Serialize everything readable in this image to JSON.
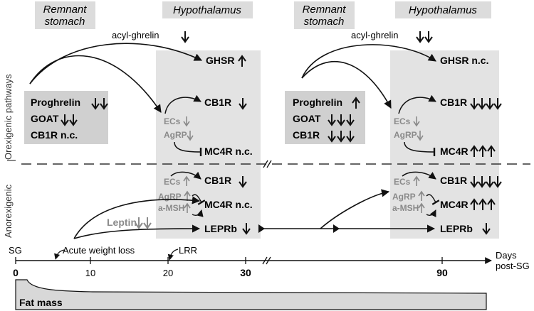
{
  "colors": {
    "panel": "#e2e2e2",
    "panel_dark": "#d0d0d0",
    "arrow": "#111111",
    "grey_text": "#8a8a8a"
  },
  "headers": {
    "remnant_stomach_1": [
      "Remnant",
      "stomach"
    ],
    "hypothalamus_1": "Hypothalamus",
    "remnant_stomach_2": [
      "Remnant",
      "stomach"
    ],
    "hypothalamus_2": "Hypothalamus"
  },
  "side_labels": {
    "orexigenic": "Orexigenic pathways",
    "anorexigenic": "Anorexigenic"
  },
  "early": {
    "acyl_ghrelin": "acyl-ghrelin",
    "stomach": [
      "Proghrelin",
      "GOAT",
      "CB1R n.c."
    ],
    "ghsr": "GHSR",
    "cb1r_orex": "CB1R",
    "ecs": "ECs",
    "agrp": "AgRP",
    "mc4r_orex": "MC4R n.c.",
    "cb1r_anorex": "CB1R",
    "a_msh": "a-MSH",
    "mc4r_anorex": "MC4R n.c.",
    "leptin": "Leptin",
    "leprb": "LEPRb"
  },
  "late": {
    "acyl_ghrelin": "acyl-ghrelin",
    "stomach": [
      "Proghrelin",
      "GOAT",
      "CB1R"
    ],
    "ghsr": "GHSR n.c.",
    "cb1r_orex": "CB1R",
    "ecs": "ECs",
    "agrp": "AgRP",
    "mc4r_orex": "MC4R",
    "cb1r_anorex": "CB1R",
    "a_msh": "a-MSH",
    "mc4r_anorex": "MC4R",
    "leprb": "LEPRb"
  },
  "timeline": {
    "sg": "SG",
    "acute_weight_loss": "Acute weight loss",
    "lrr": "LRR",
    "days_label": [
      "Days",
      "post-SG"
    ],
    "ticks": [
      {
        "label": "0",
        "bold": true
      },
      {
        "label": "10",
        "bold": false
      },
      {
        "label": "20",
        "bold": false
      },
      {
        "label": "30",
        "bold": true
      },
      {
        "label": "90",
        "bold": true
      }
    ]
  },
  "fat_mass": "Fat mass"
}
